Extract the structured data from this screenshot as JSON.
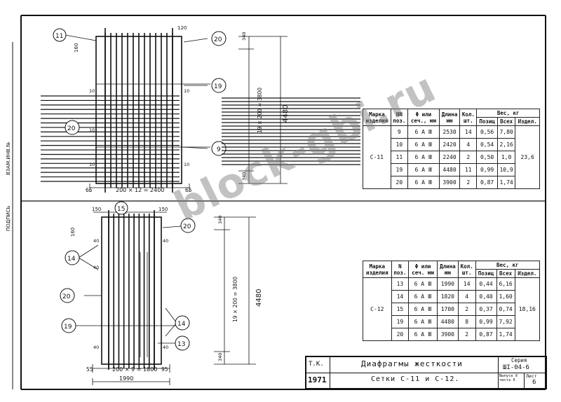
{
  "watermark": "block-gbi.ru",
  "side_labels": [
    "ПОДПИСЬ",
    "ВЗАМ.ИНВ.№"
  ],
  "mesh_top": {
    "callouts": [
      "11",
      "20",
      "19",
      "20",
      "9"
    ],
    "dims": {
      "top_right": "120",
      "left_top": "160",
      "bottom_left": "65",
      "bottom_right": "65",
      "bottom_span": "200 × 12 = 2400",
      "vert_chain": "19 × 200 = 3800",
      "vert_total": "4480",
      "vert_top": "340",
      "vert_bottom": "340",
      "side_ticks": [
        "10",
        "10",
        "10",
        "10",
        "10"
      ]
    }
  },
  "mesh_bottom": {
    "callouts": [
      "15",
      "20",
      "14",
      "20",
      "19",
      "14",
      "13"
    ],
    "dims": {
      "top_left": "150",
      "top_right": "150",
      "left_top": "160",
      "bottom_left": "55",
      "bottom_right": "95",
      "bottom_span": "200 × 9 = 1800",
      "bottom_total": "1990",
      "vert_chain": "19 × 200 = 3800",
      "vert_total": "4480",
      "vert_top": "340",
      "vert_bottom": "340",
      "side_ticks": [
        "40",
        "40",
        "40",
        "40",
        "40"
      ]
    }
  },
  "table_top": {
    "headers": {
      "mark": "Марка",
      "mark2": "изделия",
      "nn": "NN",
      "nn2": "поз.",
      "phi": "Φ или",
      "phi2": "сеч., мм",
      "len": "Длина",
      "len2": "мм",
      "qty": "Кол.",
      "qty2": "шт.",
      "weight": "Вес, кг",
      "w_pos": "Позиц",
      "w_all": "Всех",
      "w_item": "Издел."
    },
    "mark": "С-11",
    "item_weight": "23,6",
    "rows": [
      {
        "pos": "9",
        "dia": "6 А Ⅲ",
        "len": "2530",
        "qty": "14",
        "wpos": "0,56",
        "wall": "7,80"
      },
      {
        "pos": "10",
        "dia": "6 А Ⅲ",
        "len": "2420",
        "qty": "4",
        "wpos": "0,54",
        "wall": "2,16"
      },
      {
        "pos": "11",
        "dia": "6 А Ⅲ",
        "len": "2240",
        "qty": "2",
        "wpos": "0,50",
        "wall": "1,0"
      },
      {
        "pos": "19",
        "dia": "6 А Ⅲ",
        "len": "4480",
        "qty": "11",
        "wpos": "0,99",
        "wall": "10,9"
      },
      {
        "pos": "20",
        "dia": "6 А Ⅲ",
        "len": "3900",
        "qty": "2",
        "wpos": "0,87",
        "wall": "1,74"
      }
    ]
  },
  "table_bottom": {
    "headers": {
      "mark": "Марка",
      "mark2": "изделия",
      "nn": "N",
      "nn2": "поз.",
      "phi": "Φ или",
      "phi2": "сеч. мм",
      "len": "Длина",
      "len2": "мм",
      "qty": "Кол.",
      "qty2": "шт.",
      "weight": "Вес, кг",
      "w_pos": "Позиц",
      "w_all": "Всех",
      "w_item": "Издел."
    },
    "mark": "С-12",
    "item_weight": "18,16",
    "rows": [
      {
        "pos": "13",
        "dia": "6 А Ⅲ",
        "len": "1990",
        "qty": "14",
        "wpos": "0,44",
        "wall": "6,16"
      },
      {
        "pos": "14",
        "dia": "6 А Ⅲ",
        "len": "1820",
        "qty": "4",
        "wpos": "0,40",
        "wall": "1,60"
      },
      {
        "pos": "15",
        "dia": "6 А Ⅲ",
        "len": "1700",
        "qty": "2",
        "wpos": "0,37",
        "wall": "0,74"
      },
      {
        "pos": "19",
        "dia": "6 А Ⅲ",
        "len": "4480",
        "qty": "8",
        "wpos": "0,99",
        "wall": "7,92"
      },
      {
        "pos": "20",
        "dia": "6 А Ⅲ",
        "len": "3900",
        "qty": "2",
        "wpos": "0,87",
        "wall": "1,74"
      }
    ]
  },
  "title_block": {
    "tk": "Т.К.",
    "number": "1971",
    "title": "Диафрагмы жесткости",
    "subtitle": "Сетки С-11 и С-12.",
    "series_label": "Серия",
    "series": "ШI-04-6",
    "issue_label": "Выпуск Ⅱ часть Ⅱ",
    "sheet_label": "Лист",
    "sheet": "6"
  }
}
